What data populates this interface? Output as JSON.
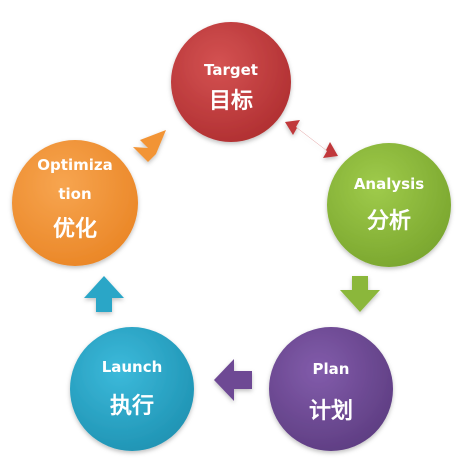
{
  "nodes": {
    "target": {
      "en": "Target",
      "cn": "目标",
      "color": "#c0393b"
    },
    "analysis": {
      "en": "Analysis",
      "cn": "分析",
      "color": "#8bb73a"
    },
    "plan": {
      "en": "Plan",
      "cn": "计划",
      "color": "#6e4a94"
    },
    "launch": {
      "en": "Launch",
      "cn": "执行",
      "color": "#2aa6c7"
    },
    "optimization": {
      "en1": "Optimiza",
      "en2": "tion",
      "cn": "优化",
      "color": "#f29435"
    }
  },
  "arrows": {
    "target_analysis": {
      "color": "#c0393b",
      "style": "double"
    },
    "analysis_plan": {
      "color": "#8bb73a",
      "style": "single"
    },
    "plan_launch": {
      "color": "#6e4a94",
      "style": "single"
    },
    "launch_optimization": {
      "color": "#2aa6c7",
      "style": "single"
    },
    "optimization_target": {
      "color": "#f29435",
      "style": "single"
    }
  }
}
